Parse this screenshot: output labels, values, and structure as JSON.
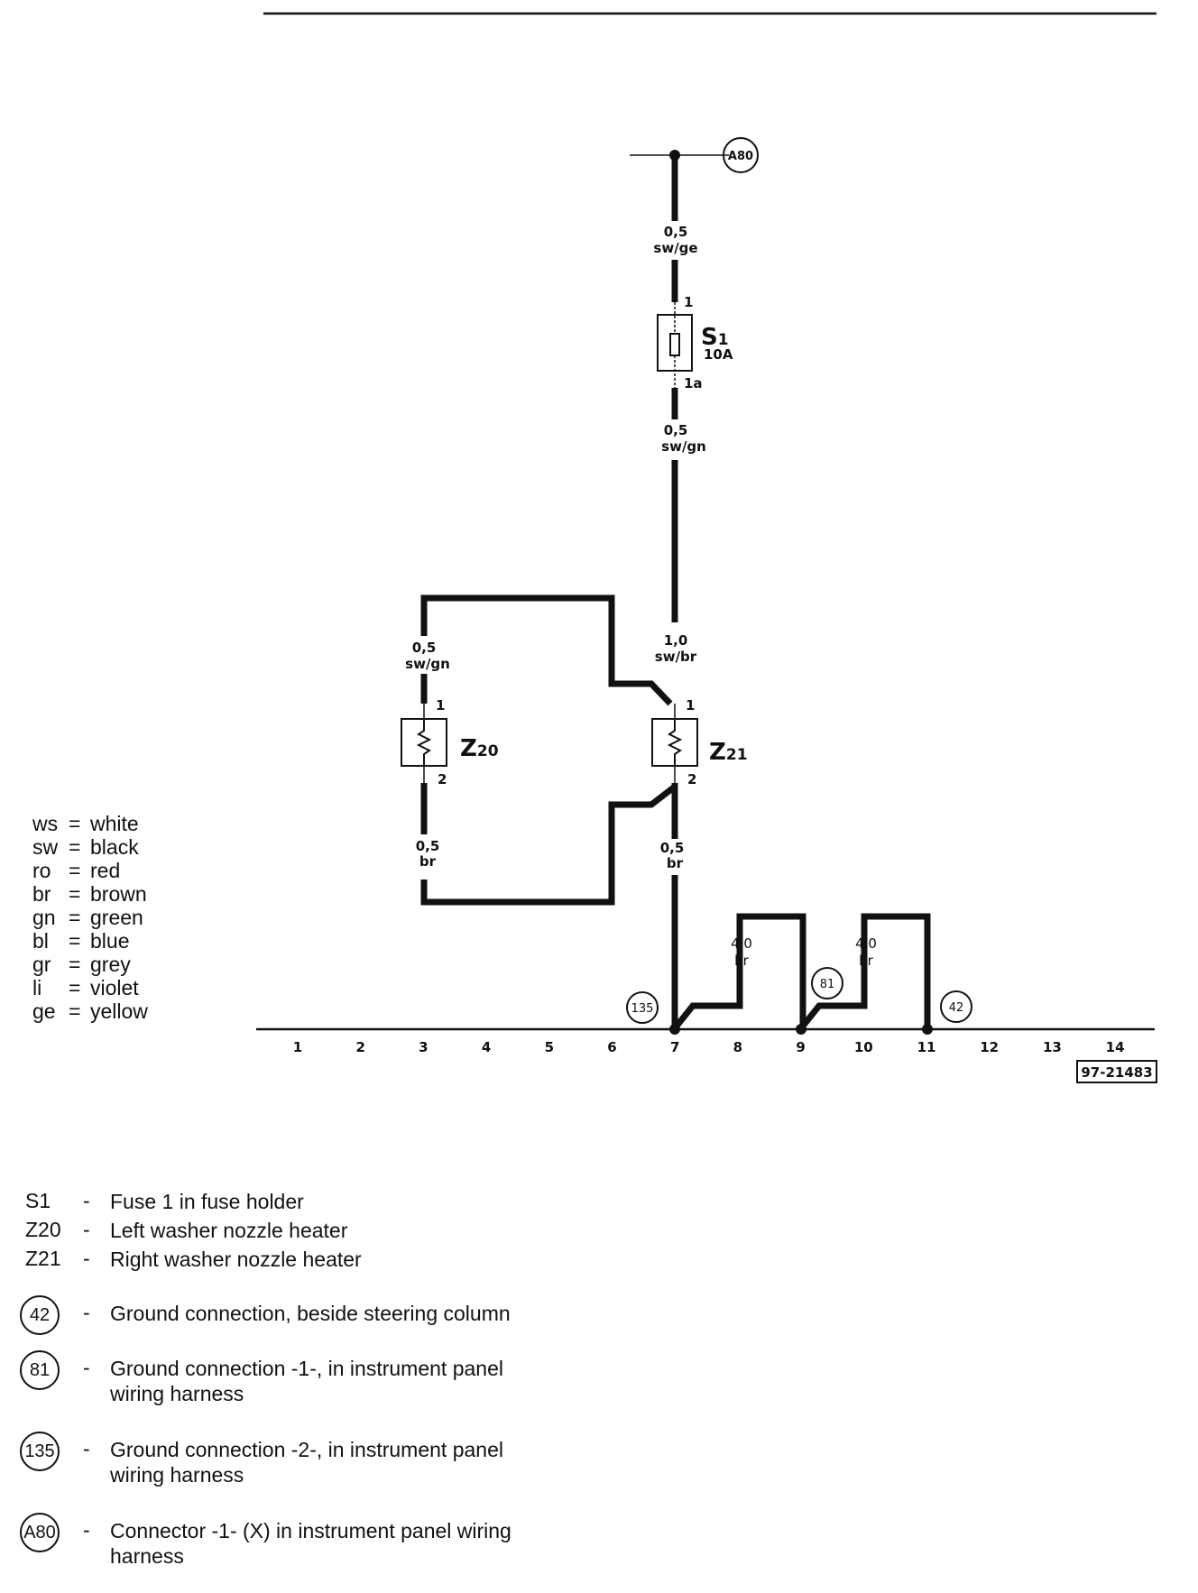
{
  "wires": {
    "top": {
      "size": "0,5",
      "color": "sw/ge"
    },
    "mid": {
      "size": "0,5",
      "color": "sw/gn"
    },
    "z21_in": {
      "size": "1,0",
      "color": "sw/br"
    },
    "z20_in": {
      "size": "0,5",
      "color": "sw/gn"
    },
    "z20_out": {
      "size": "0,5",
      "color": "br"
    },
    "z21_out": {
      "size": "0,5",
      "color": "br"
    },
    "jump1": {
      "size": "4,0",
      "color": "br"
    },
    "jump2": {
      "size": "4,0",
      "color": "br"
    }
  },
  "connector": "A80",
  "fuse": {
    "name": "S",
    "sub": "1",
    "rating": "10A",
    "pin_in": "1",
    "pin_out": "1a"
  },
  "z20": {
    "name": "Z",
    "sub": "20",
    "pin_in": "1",
    "pin_out": "2"
  },
  "z21": {
    "name": "Z",
    "sub": "21",
    "pin_in": "1",
    "pin_out": "2"
  },
  "grounds": [
    "135",
    "81",
    "42"
  ],
  "terminals": [
    "1",
    "2",
    "3",
    "4",
    "5",
    "6",
    "7",
    "8",
    "9",
    "10",
    "11",
    "12",
    "13",
    "14"
  ],
  "drawing_ref": "97-21483",
  "color_legend": [
    {
      "code": "ws",
      "name": "white"
    },
    {
      "code": "sw",
      "name": "black"
    },
    {
      "code": "ro",
      "name": "red"
    },
    {
      "code": "br",
      "name": "brown"
    },
    {
      "code": "gn",
      "name": "green"
    },
    {
      "code": "bl",
      "name": "blue"
    },
    {
      "code": "gr",
      "name": "grey"
    },
    {
      "code": "li",
      "name": "violet"
    },
    {
      "code": "ge",
      "name": "yellow"
    }
  ],
  "legend_eq": "=",
  "legend_dash": "-",
  "components": [
    {
      "code": "S1",
      "desc": "Fuse 1 in fuse holder"
    },
    {
      "code": "Z20",
      "desc": "Left washer nozzle heater"
    },
    {
      "code": "Z21",
      "desc": "Right washer nozzle heater"
    },
    {
      "code": "42",
      "desc": "Ground connection, beside steering column"
    },
    {
      "code": "81",
      "desc": "Ground connection -1-, in instrument panel wiring harness"
    },
    {
      "code": "135",
      "desc": "Ground connection -2-, in instrument panel wiring harness"
    },
    {
      "code": "A80",
      "desc": "Connector -1- (X) in instrument panel wiring harness"
    }
  ]
}
